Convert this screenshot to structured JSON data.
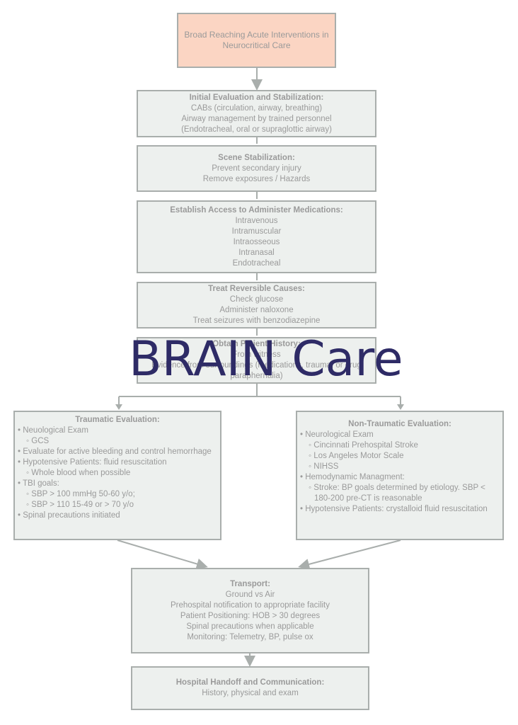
{
  "top": {
    "text": "Broad Reaching Acute Interventions in Neurocritical Care"
  },
  "steps": [
    {
      "title": "Initial Evaluation and Stabilization:",
      "lines": [
        "CABs (circulation, airway, breathing)",
        "Airway management by trained personnel",
        "(Endotracheal, oral or supraglottic airway)"
      ]
    },
    {
      "title": "Scene Stabilization:",
      "lines": [
        "Prevent secondary injury",
        "Remove exposures / Hazards"
      ]
    },
    {
      "title": "Establish Access to Administer Medications:",
      "lines": [
        "Intravenous",
        "Intramuscular",
        "Intraosseous",
        "Intranasal",
        "Endotracheal"
      ]
    },
    {
      "title": "Treat Reversible Causes:",
      "lines": [
        "Check glucose",
        "Administer naloxone",
        "Treat seizures with benzodiazepine"
      ]
    },
    {
      "title": "Obtain Patient History:",
      "lines": [
        "From witness",
        "Evidence from surroundings (medications, trauma, or drug paraphernalia)"
      ]
    }
  ],
  "traumatic": {
    "title": "Traumatic Evaluation:",
    "items": [
      {
        "text": "• Neuological Exam",
        "level": 1
      },
      {
        "text": "◦ GCS",
        "level": 2
      },
      {
        "text": "• Evaluate for active bleeding and control hemorrhage",
        "level": 1
      },
      {
        "text": "• Hypotensive Patients: fluid resuscitation",
        "level": 1
      },
      {
        "text": "◦ Whole blood when possible",
        "level": 2
      },
      {
        "text": "• TBI goals:",
        "level": 1
      },
      {
        "text": "◦ SBP > 100 mmHg 50-60 y/o;",
        "level": 2
      },
      {
        "text": "◦ SBP > 110 15-49 or > 70 y/o",
        "level": 2
      },
      {
        "text": "• Spinal precautions initiated",
        "level": 1
      }
    ]
  },
  "nontraumatic": {
    "title": "Non-Traumatic Evaluation:",
    "items": [
      {
        "text": "• Neurological Exam",
        "level": 1
      },
      {
        "text": "◦ Cincinnati Prehospital Stroke",
        "level": 2
      },
      {
        "text": "◦ Los Angeles Motor Scale",
        "level": 2
      },
      {
        "text": "◦ NIHSS",
        "level": 2
      },
      {
        "text": "• Hemodynamic Managment:",
        "level": 1
      },
      {
        "text": "◦ Stroke: BP goals determined by etiology. SBP < 180-200 pre-CT is reasonable",
        "level": 2
      },
      {
        "text": "• Hypotensive Patients: crystalloid fluid resuscitation",
        "level": 1
      }
    ]
  },
  "transport": {
    "title": "Transport:",
    "lines": [
      "Ground vs Air",
      "Prehospital notification to appropriate facility",
      "Patient Positioning: HOB > 30 degrees",
      "Spinal precautions when applicable",
      "Monitoring: Telemetry, BP, pulse ox"
    ]
  },
  "handoff": {
    "title": "Hospital Handoff and Communication:",
    "lines": [
      "History, physical and exam"
    ]
  },
  "overlay": {
    "text": "BRAIN Care"
  },
  "colors": {
    "box_fill": "#edf0ee",
    "top_fill": "#fbd5c3",
    "border": "#a9aeac",
    "text": "#9a9a9a",
    "overlay": "#2e2b66"
  }
}
